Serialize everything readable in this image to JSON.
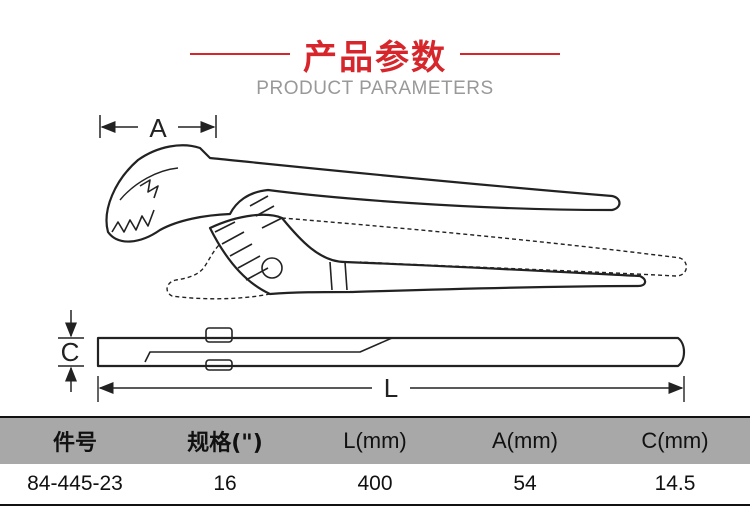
{
  "header": {
    "title": "产品参数",
    "subtitle": "PRODUCT PARAMETERS"
  },
  "diagram": {
    "label_a": "A",
    "label_c": "C",
    "label_l": "L"
  },
  "table": {
    "headers": [
      "件号",
      "规格(\")",
      "L(mm)",
      "A(mm)",
      "C(mm)"
    ],
    "rows": [
      [
        "84-445-23",
        "16",
        "400",
        "54",
        "14.5"
      ]
    ]
  },
  "colors": {
    "accent": "#d6262b",
    "header_bg": "#a8a8a8"
  }
}
